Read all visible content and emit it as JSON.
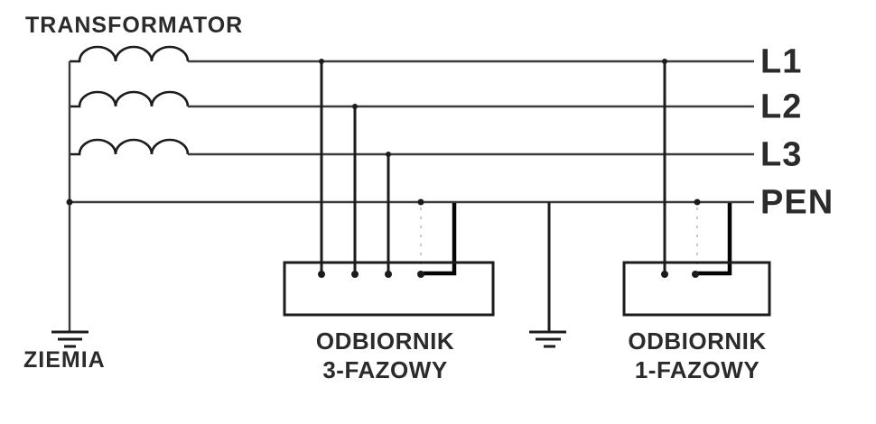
{
  "labels": {
    "transformer": "TRANSFORMATOR",
    "earth": "ZIEMIA",
    "l1": "L1",
    "l2": "L2",
    "l3": "L3",
    "pen": "PEN"
  },
  "loads": {
    "three_phase": {
      "name": "ODBIORNIK",
      "type": "3-FAZOWY"
    },
    "single_phase": {
      "name": "ODBIORNIK",
      "type": "1-FAZOWY"
    }
  },
  "colors": {
    "wire": "#3c3c3c",
    "wire-strong": "#1c1c1c",
    "wire-bold": "#050505",
    "wire-dashed": "#c9c9c9",
    "text": "#2b2b2b",
    "background": "#ffffff"
  }
}
